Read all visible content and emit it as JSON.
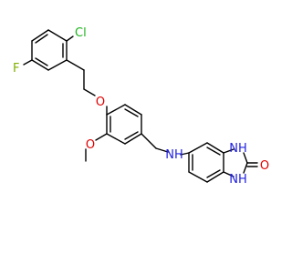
{
  "molecule": {
    "atoms": {
      "cl": "Cl",
      "f": "F",
      "o_ether": "O",
      "o_methoxy": "O",
      "nh_amine": "NH",
      "nh_top": "NH",
      "nh_bottom": "NH",
      "o_carbonyl": "O"
    },
    "colors": {
      "bond": "#000000",
      "chlorine": "#1db31d",
      "fluorine": "#80b000",
      "oxygen": "#e00000",
      "nitrogen": "#2020e0"
    }
  }
}
